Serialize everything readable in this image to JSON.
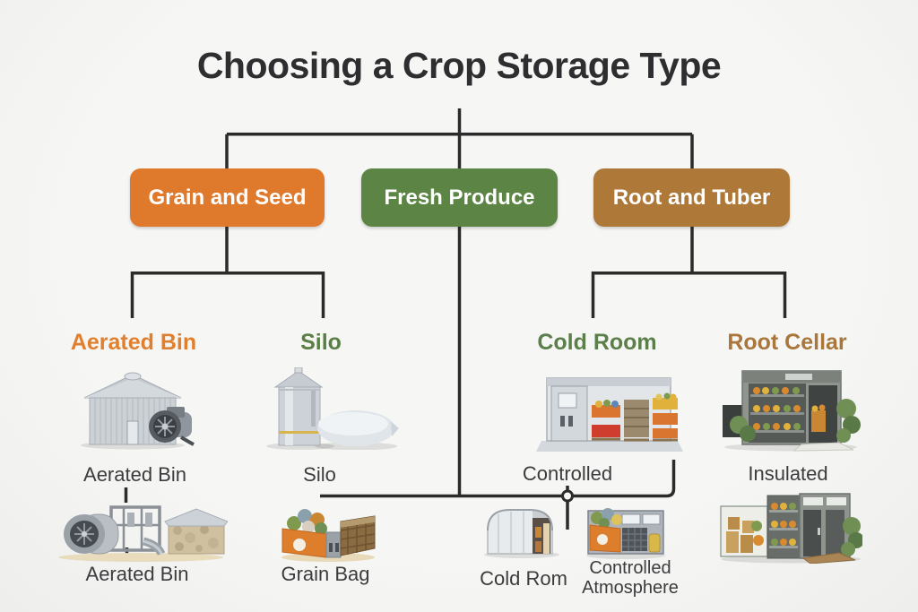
{
  "title": "Choosing a Crop Storage Type",
  "palette": {
    "background": "#f4f4f1",
    "connector_line": "#2b2b2b",
    "dark_text": "#3c3c3e",
    "title_text": "#2e2e30",
    "orange": "#df7a2d",
    "green": "#5c8444",
    "brown": "#ae7839"
  },
  "branches": [
    {
      "box": {
        "label": "Grain and Seed",
        "color": "#df7a2d"
      }
    },
    {
      "box": {
        "label": "Fresh Produce",
        "color": "#5c8444"
      }
    },
    {
      "box": {
        "label": "Root and Tuber",
        "color": "#ae7839"
      }
    }
  ],
  "storage_types": [
    {
      "heading": "Aerated Bin",
      "heading_color": "#e0802f",
      "caption": "Aerated Bin",
      "sub_caption": "Aerated Bin",
      "illustration": "aerated-grain-bin",
      "sub_illustration": "aeration-fan-and-covered-pile"
    },
    {
      "heading": "Silo",
      "heading_color": "#5a7f44",
      "caption": "Silo",
      "sub_caption": "Grain Bag",
      "illustration": "silo-with-grain-bag",
      "sub_illustration": "grain-bag-and-basket"
    },
    {
      "heading": "Cold Room",
      "heading_color": "#5b7f4a",
      "caption": "Controlled",
      "sub_caption": "Cold Rom",
      "sub_caption_2": "Controlled Atmosphere",
      "illustration": "cold-room",
      "sub_illustration": "hoop-shelter",
      "sub_illustration_2": "controlled-atmosphere-unit"
    },
    {
      "heading": "Root Cellar",
      "heading_color": "#a9763c",
      "caption": "Insulated",
      "illustration": "root-cellar",
      "sub_illustration": "insulated-cellar"
    }
  ]
}
